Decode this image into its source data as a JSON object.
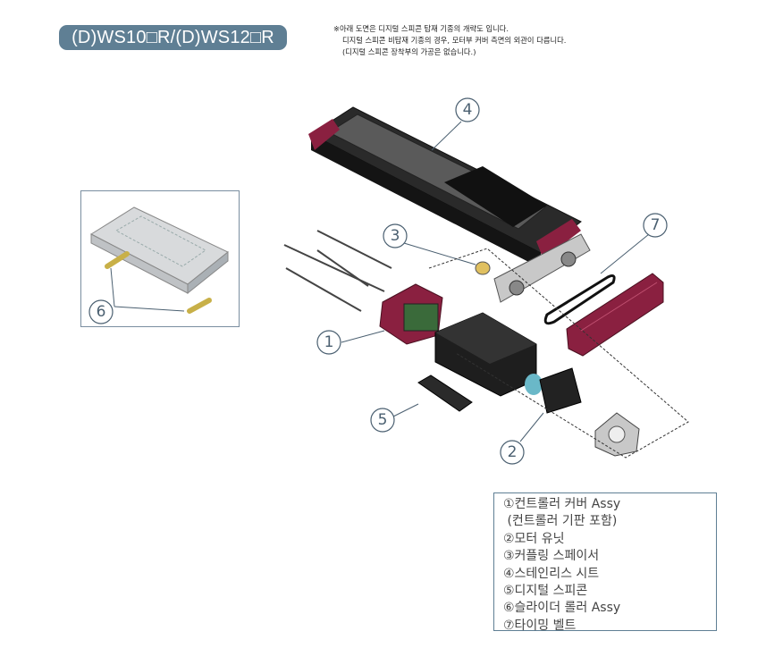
{
  "title": "(D)WS10□R/(D)WS12□R",
  "note": [
    "※아래 도면은 디지털 스피콘 탑재 기종의 개략도 입니다.",
    "디지털 스피콘 비탑재 기종의 경우, 모터부 커버 측면의 외관이 다릅니다.",
    "(디지털 스피콘 장착부의 가공은 없습니다.)"
  ],
  "callouts": [
    "1",
    "2",
    "3",
    "4",
    "5",
    "6",
    "7"
  ],
  "legend": [
    "①컨트롤러 커버 Assy",
    " (컨트롤러 기판 포함)",
    "②모터 유닛",
    "③커플링 스페이서",
    "④스테인리스 시트",
    "⑤디지털 스피콘",
    "⑥슬라이더 롤러 Assy",
    "⑦타이밍 벨트"
  ],
  "colors": {
    "badge": "#5f7f94",
    "cover": "#8a2040",
    "body": "#1e1e1e",
    "plate": "#c8c8c8",
    "roller": "#c8b048"
  }
}
